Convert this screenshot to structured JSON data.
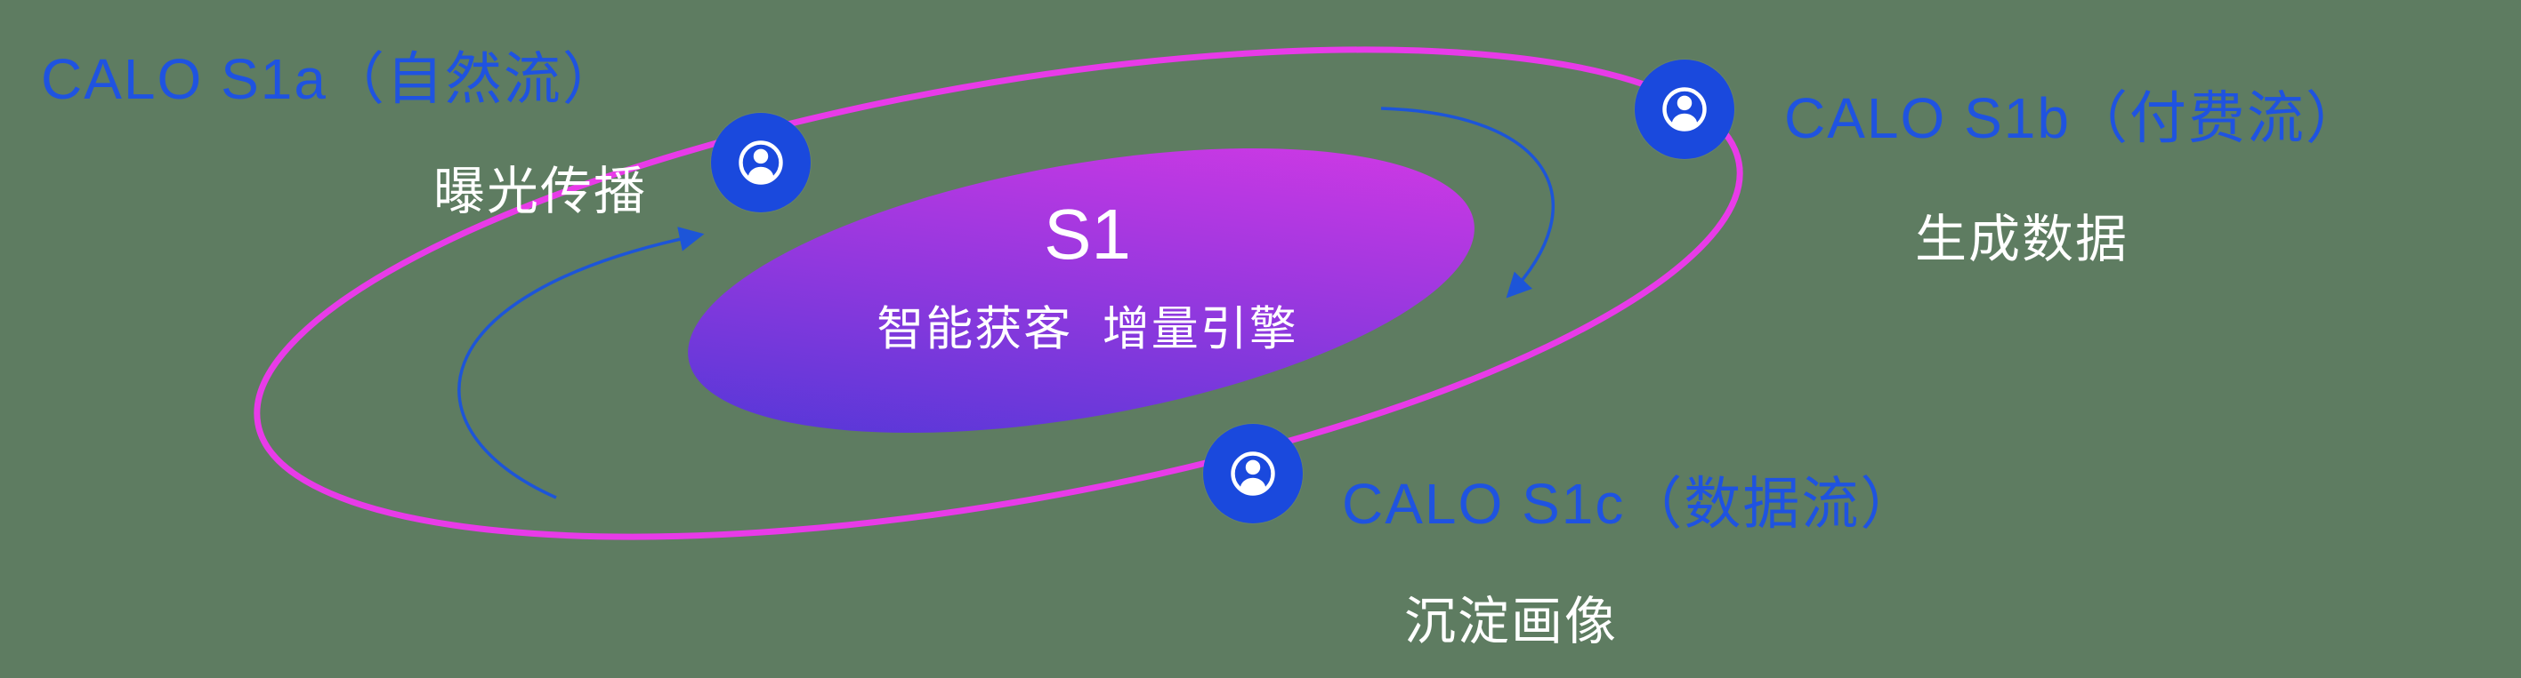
{
  "canvas": {
    "background": "#5e7c61"
  },
  "center": {
    "title": "S1",
    "subtitle": "智能获客  增量引擎"
  },
  "nodes": [
    {
      "id": "calo-s1a",
      "label": "CALO S1a（自然流）",
      "sublabel": "曝光传播"
    },
    {
      "id": "calo-s1b",
      "label": "CALO S1b（付费流）",
      "sublabel": "生成数据"
    },
    {
      "id": "calo-s1c",
      "label": "CALO S1c（数据流）",
      "sublabel": "沉淀画像"
    }
  ],
  "icons": {
    "node_icon": "user-icon"
  },
  "colors": {
    "background": "#5e7c61",
    "label_blue": "#1f53e0",
    "text_white": "#ffffff",
    "orbit_pink": "#e83be8",
    "gradient_blue": "#4637d6",
    "gradient_magenta": "#df39e6",
    "icon_blue": "#1a49dd",
    "arrow_blue": "#1d55d8"
  }
}
